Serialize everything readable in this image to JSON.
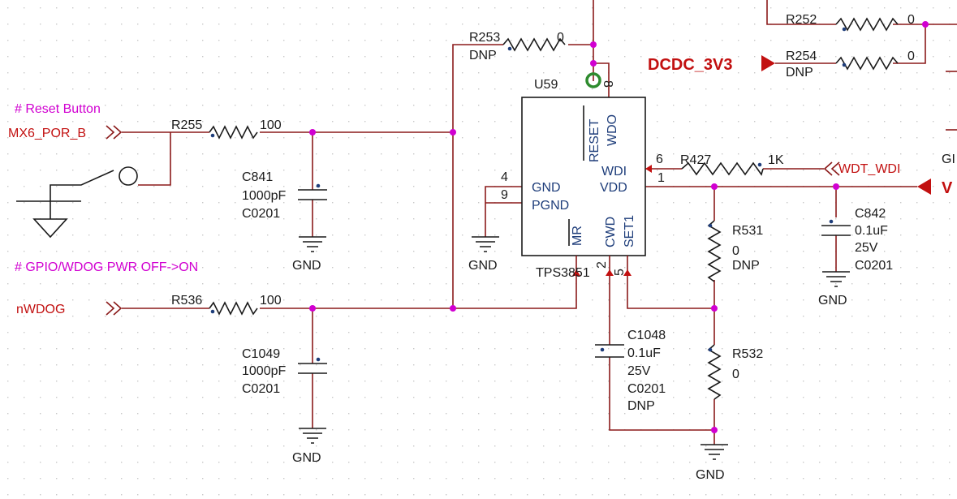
{
  "comments": {
    "reset_button": "# Reset Button",
    "gpio_wdog": "# GPIO/WDOG PWR OFF->ON"
  },
  "nets": {
    "mx6_por_b": "MX6_POR_B",
    "nwdog": "nWDOG",
    "wdt_wdi": "WDT_WDI",
    "dcdc_3v3": "DCDC_3V3",
    "v_cut": "V",
    "gl_cut": "GI"
  },
  "gnd_label": "GND",
  "ic": {
    "ref": "U59",
    "part": "TPS3851",
    "pin8": "8",
    "pin_wdi": "WDI",
    "pin_vdd": "VDD",
    "pin_gnd": "GND",
    "pin_pgnd": "PGND",
    "pin_reset": "RESET",
    "pin_wdo": "WDO",
    "pin_mr": "MR",
    "pin_cwd": "CWD",
    "pin_set1": "SET1",
    "num_6": "6",
    "num_1": "1",
    "num_4": "4",
    "num_9": "9",
    "num_2": "2",
    "num_5": "5"
  },
  "resistors": {
    "r252": {
      "ref": "R252",
      "value": "0"
    },
    "r254": {
      "ref": "R254",
      "value": "0",
      "note": "DNP"
    },
    "r253": {
      "ref": "R253",
      "value": "0",
      "note": "DNP"
    },
    "r255": {
      "ref": "R255",
      "value": "100"
    },
    "r536": {
      "ref": "R536",
      "value": "100"
    },
    "r427": {
      "ref": "R427",
      "value": "1K"
    },
    "r531": {
      "ref": "R531",
      "value": "0",
      "note": "DNP"
    },
    "r532": {
      "ref": "R532",
      "value": "0"
    }
  },
  "capacitors": {
    "c841": {
      "ref": "C841",
      "value": "1000pF",
      "pkg": "C0201"
    },
    "c1049": {
      "ref": "C1049",
      "value": "1000pF",
      "pkg": "C0201"
    },
    "c1048": {
      "ref": "C1048",
      "value": "0.1uF",
      "voltage": "25V",
      "pkg": "C0201",
      "note": "DNP"
    },
    "c842": {
      "ref": "C842",
      "value": "0.1uF",
      "voltage": "25V",
      "pkg": "C0201"
    }
  }
}
